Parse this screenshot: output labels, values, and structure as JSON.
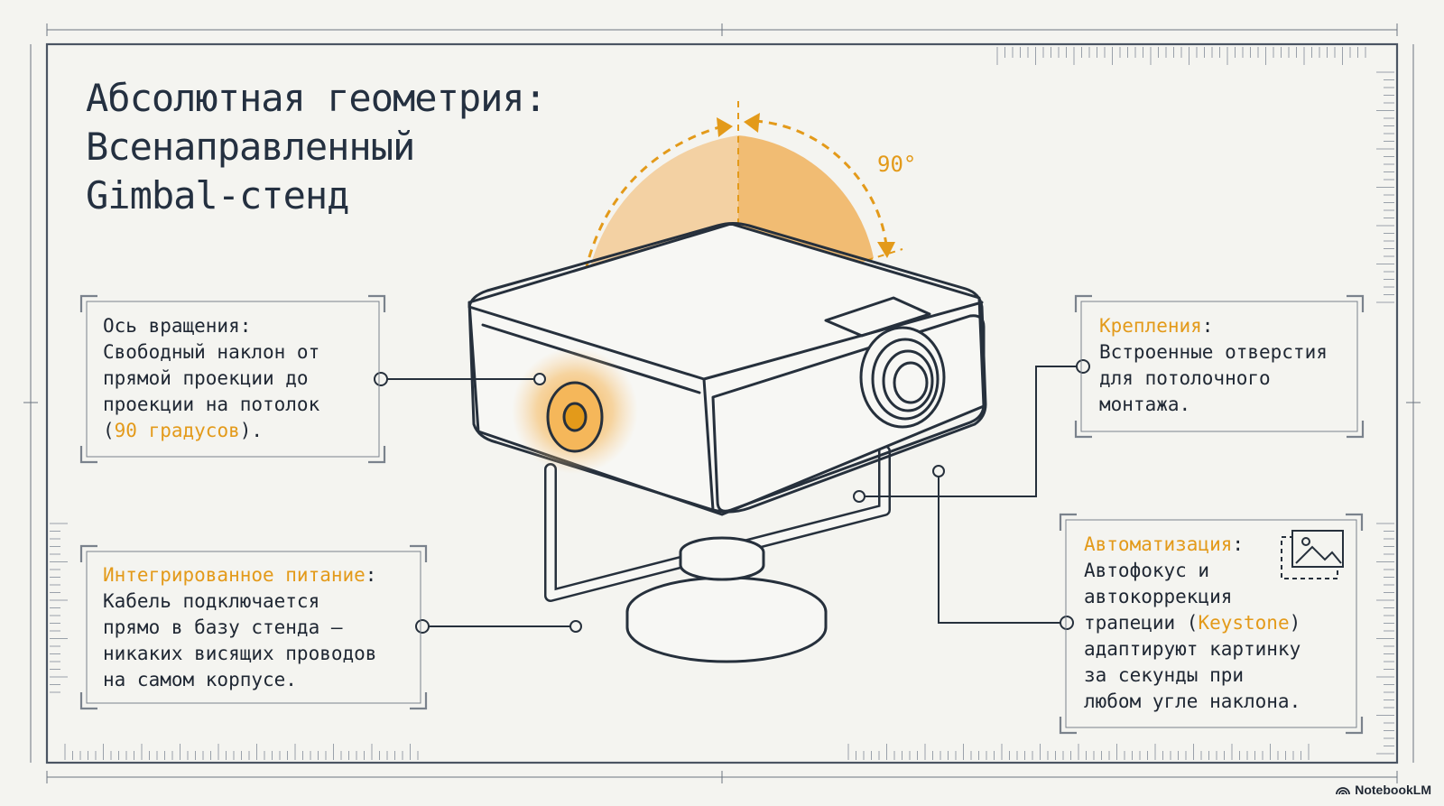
{
  "title": {
    "line1": "Абсолютная геометрия:",
    "line2": "Всенаправленный",
    "line3": "Gimbal-стенд"
  },
  "angle_label": "90°",
  "callouts": {
    "rotation": {
      "heading": "Ось вращения:",
      "line2": "Свободный наклон от",
      "line3": "прямой проекции до",
      "line4": "проекции на потолок",
      "open": "(",
      "highlight": "90 градусов",
      "close": ")."
    },
    "power": {
      "heading": "Интегрированное питание",
      "colon": ":",
      "line2": "Кабель подключается",
      "line3": "прямо в базу стенда —",
      "line4": "никаких висящих проводов",
      "line5": "на самом корпусе."
    },
    "mount": {
      "heading": "Крепления",
      "colon": ":",
      "line2": "Встроенные отверстия",
      "line3": "для потолочного",
      "line4": "монтажа."
    },
    "automation": {
      "heading": "Автоматизация",
      "colon": ":",
      "line2": "Автофокус и",
      "line3": "автокоррекция",
      "line4_pre": "трапеции (",
      "line4_hl": "Keystone",
      "line4_post": ")",
      "line5": "адаптируют картинку",
      "line6": "за секунды при",
      "line7": "любом угле наклона."
    }
  },
  "brand": "NotebookLM",
  "icons": {
    "image": "image-icon",
    "brand": "notebooklm-logo-icon"
  },
  "colors": {
    "accent": "#e39a1a",
    "ink": "#243040",
    "background": "#f4f4f0"
  }
}
